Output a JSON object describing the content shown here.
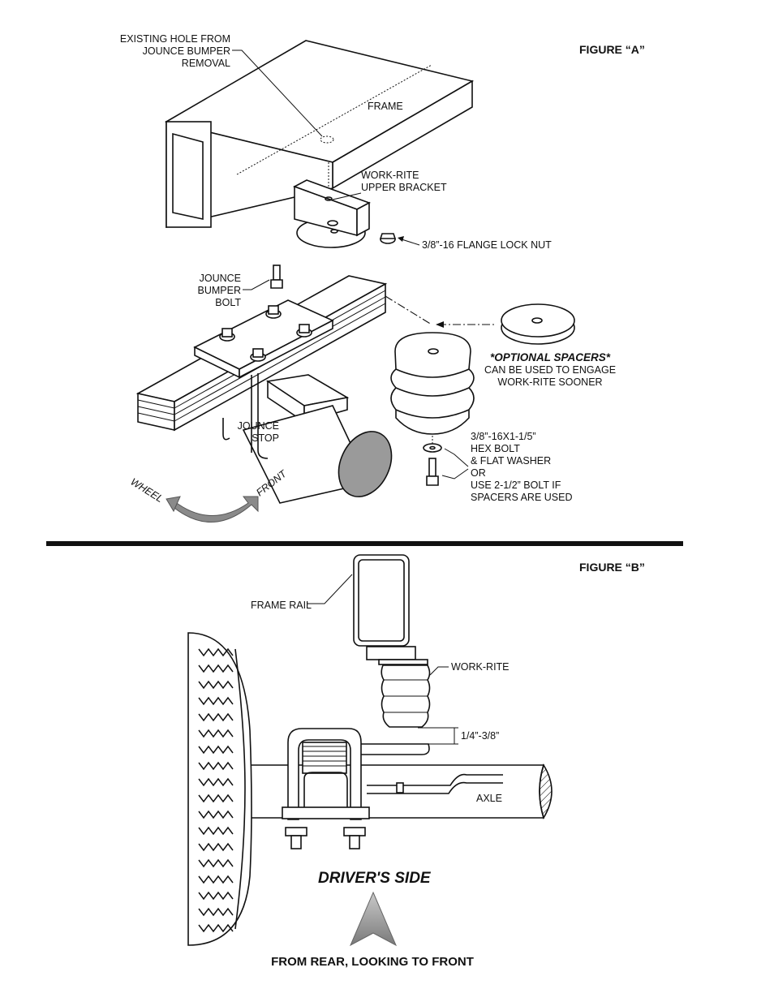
{
  "figure_a": {
    "title": "FIGURE “A”",
    "labels": {
      "existing_hole_1": "EXISTING HOLE FROM",
      "existing_hole_2": "JOUNCE BUMPER",
      "existing_hole_3": "REMOVAL",
      "frame": "FRAME",
      "upper_bracket_1": "WORK-RITE",
      "upper_bracket_2": "UPPER BRACKET",
      "lock_nut": "3/8”-16 FLANGE LOCK NUT",
      "jb_bolt_1": "JOUNCE",
      "jb_bolt_2": "BUMPER",
      "jb_bolt_3": "BOLT",
      "spacers_title": "*OPTIONAL SPACERS*",
      "spacers_1": "CAN BE USED TO ENGAGE",
      "spacers_2": "WORK-RITE SOONER",
      "jounce_stop_1": "JOUNCE",
      "jounce_stop_2": "STOP",
      "hex_bolt_1": "3/8”-16X1-1/5”",
      "hex_bolt_2": "HEX BOLT",
      "hex_bolt_3": "& FLAT WASHER",
      "hex_bolt_4": "OR",
      "hex_bolt_5": "USE 2-1/2” BOLT IF",
      "hex_bolt_6": "SPACERS ARE USED",
      "wheel": "WHEEL",
      "front": "FRONT"
    }
  },
  "figure_b": {
    "title": "FIGURE “B”",
    "labels": {
      "frame_rail": "FRAME RAIL",
      "work_rite": "WORK-RITE",
      "gap": "1/4”-3/8”",
      "axle": "AXLE",
      "drivers_side": "DRIVER'S SIDE",
      "caption": "FROM REAR, LOOKING TO FRONT"
    }
  },
  "colors": {
    "ink": "#111111",
    "arrow_gray": "#8a8a8a",
    "tube_gray": "#9a9a9a"
  }
}
